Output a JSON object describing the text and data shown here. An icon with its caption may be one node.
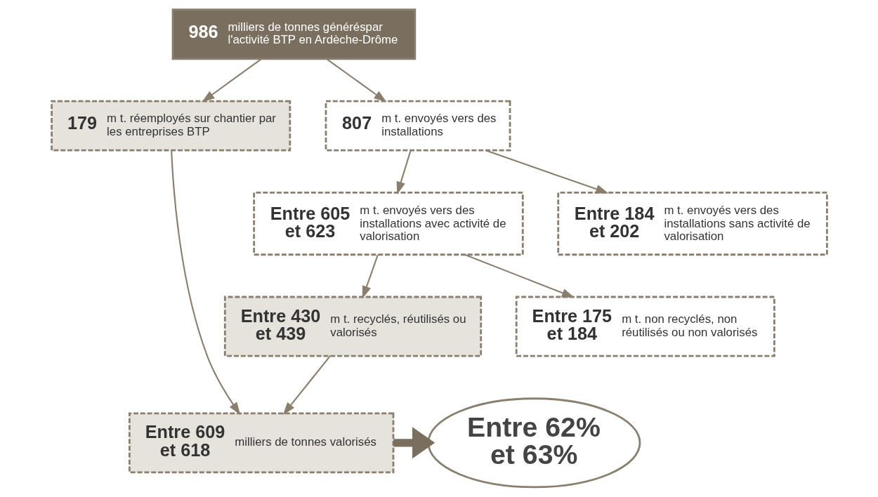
{
  "diagram": {
    "nodes": [
      {
        "text": [
          "986",
          "milliers de tonnes généréspar l'activité BTP en Ardèche-Drôme"
        ]
      },
      {
        "text": [
          "179",
          "m t. réemployés sur chantier par les entreprises BTP"
        ]
      },
      {
        "text": [
          "807",
          "m t. envoyés vers des installations"
        ]
      },
      {
        "text": [
          "Entre 605 et 623",
          "m t. envoyés vers des installations avec activité de valorisation"
        ]
      },
      {
        "text": [
          "Entre 184 et 202",
          "m t. envoyés vers des installations sans activité de valorisation"
        ]
      },
      {
        "text": [
          "Entre 430 et 439",
          "m t. recyclés, réutilisés ou valorisés"
        ]
      },
      {
        "text": [
          "Entre 175 et 184",
          "m t. non recyclés, non réutilisés ou non valorisés"
        ]
      },
      {
        "text": [
          "Entre 609 et 618",
          "milliers de tonnes valorisés"
        ]
      },
      {
        "text": [
          "Entre 62% et 63%"
        ]
      }
    ],
    "edges": [
      {
        "from": 0,
        "to": 1,
        "arrow": "to"
      },
      {
        "from": 0,
        "to": 2,
        "arrow": "to"
      },
      {
        "from": 2,
        "to": 3,
        "arrow": "to"
      },
      {
        "from": 2,
        "to": 4,
        "arrow": "to"
      },
      {
        "from": 3,
        "to": 5,
        "arrow": "to"
      },
      {
        "from": 3,
        "to": 6,
        "arrow": "to"
      },
      {
        "from": 1,
        "to": 7,
        "arrow": "to"
      },
      {
        "from": 5,
        "to": 7,
        "arrow": "to"
      },
      {
        "from": 7,
        "to": 8,
        "arrow": "to",
        "style": "thick"
      }
    ]
  }
}
